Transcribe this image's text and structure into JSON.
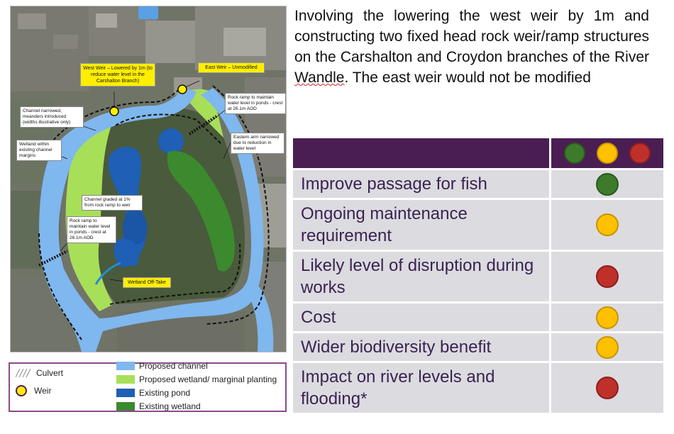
{
  "description": {
    "part1": "Involving the lowering the west weir by 1m and constructing two fixed head rock weir/ramp structures on the Carshalton and Croydon branches of the River ",
    "wandle": "Wandle",
    "part2": ". The east weir would not be modified"
  },
  "colors": {
    "header": "#4a1e52",
    "green": "#3e7a2c",
    "amber": "#ffc000",
    "red": "#c0302a",
    "proposed_channel": "#7fb7ef",
    "proposed_wetland": "#a8df58",
    "existing_pond": "#1f5fb5",
    "existing_wetland": "#3b8a2e"
  },
  "criteria": [
    {
      "label": "Improve passage for fish",
      "rating": "green"
    },
    {
      "label": "Ongoing maintenance requirement",
      "rating": "amber"
    },
    {
      "label": "Likely level of disruption during works",
      "rating": "red"
    },
    {
      "label": "Cost",
      "rating": "amber"
    },
    {
      "label": "Wider biodiversity benefit",
      "rating": "amber"
    },
    {
      "label": "Impact on river levels and flooding*",
      "rating": "red"
    }
  ],
  "legend": {
    "culvert": "Culvert",
    "weir": "Weir",
    "proposed_channel": "Proposed channel",
    "proposed_wetland": "Proposed wetland/ marginal planting",
    "existing_pond": "Existing pond",
    "existing_wetland": "Existing wetland"
  },
  "map_labels": {
    "west_weir": "West Weir – Lowered by 1m (to reduce water level in the Carshalton Branch)",
    "east_weir": "East Weir – Unmodified",
    "channel_narrowed": "Channel narrowed, meanders introduced (widths illustrative only)",
    "rock_ramp_east": "Rock ramp to maintain water level in ponds - crest at 26.1m AOD",
    "wetland_within": "Wetland within existing channel margins",
    "eastern_arm": "Eastern arm narrowed due to reduction in water level",
    "channel_graded": "Channel graded at 1% from rock ramp to weir",
    "rock_ramp_west": "Rock ramp to maintain water level in ponds - crest at 26.1m AOD",
    "wetland_offtake": "Wetland Off-Take"
  }
}
